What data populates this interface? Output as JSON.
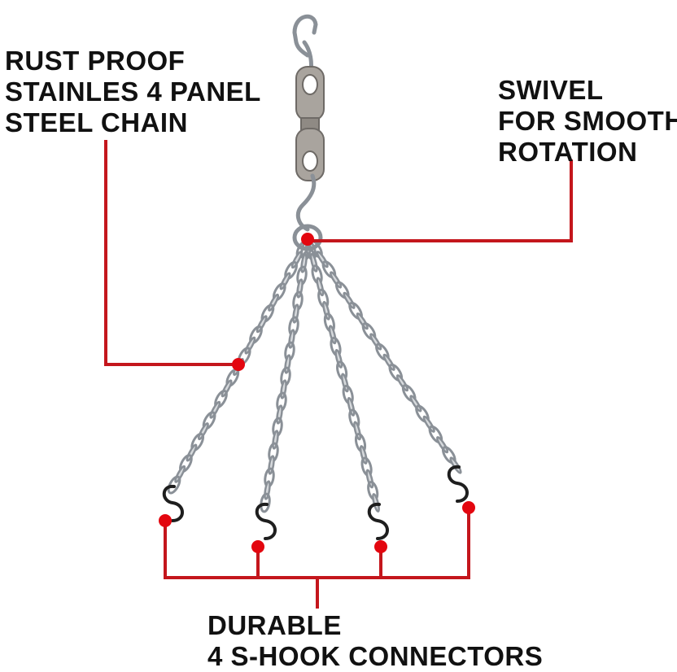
{
  "labels": {
    "chain": {
      "lines": [
        "RUST PROOF",
        "STAINLES 4 PANEL",
        "STEEL CHAIN"
      ]
    },
    "swivel": {
      "lines": [
        "SWIVEL",
        "FOR SMOOTH",
        "ROTATION"
      ]
    },
    "hooks": {
      "lines": [
        "DURABLE",
        "4 S-HOOK CONNECTORS"
      ]
    }
  },
  "colors": {
    "callout": "#c4161c",
    "dot": "#e3060f",
    "chain_metal": "#8a9097",
    "chain_highlight": "#d7dadd",
    "swivel_metal": "#9a958f",
    "text": "#111111"
  }
}
